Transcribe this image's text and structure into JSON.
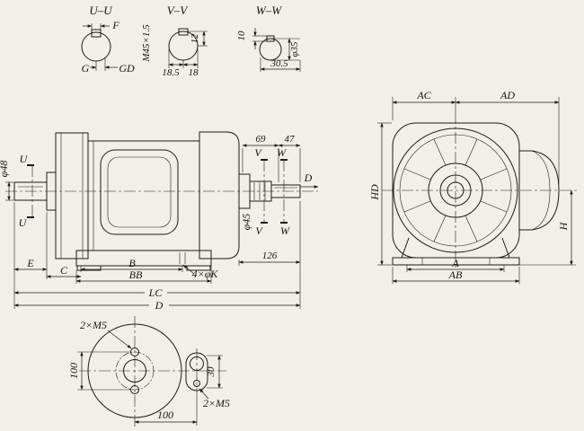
{
  "drawing": {
    "sections": {
      "uu": {
        "title": "U–U",
        "f": "F",
        "g": "G",
        "gd": "GD"
      },
      "vv": {
        "title": "V–V",
        "thread": "M45×1.5",
        "k12": "12",
        "k185": "18.5",
        "k18": "18"
      },
      "ww": {
        "title": "W–W",
        "k10": "10",
        "d35": "φ35",
        "k305": "30.5"
      }
    },
    "side": {
      "d48": "φ48",
      "u": "U",
      "e": "E",
      "c": "C",
      "b": "B",
      "bb": "BB",
      "lc": "LC",
      "d": "D",
      "holes": "4×φK",
      "len126": "126",
      "len69": "69",
      "len47": "47",
      "v": "V",
      "w": "W",
      "d45": "φ45",
      "dview": "D"
    },
    "end": {
      "ac": "AC",
      "ad": "AD",
      "hd": "HD",
      "h": "H",
      "a": "A",
      "ab": "AB"
    },
    "bottom": {
      "m5a": "2×M5",
      "v100": "100",
      "h100": "100",
      "h30": "30",
      "m5b": "2×M5"
    }
  }
}
